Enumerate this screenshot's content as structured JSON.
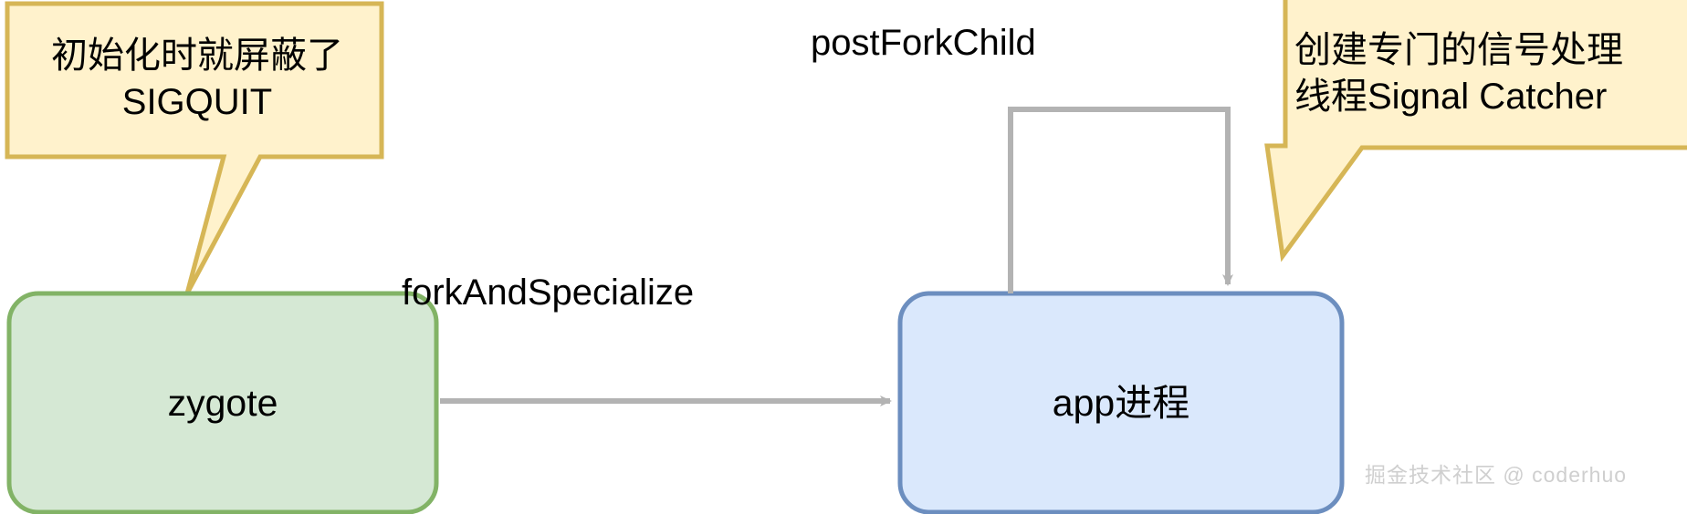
{
  "diagram": {
    "title": "zygote fork to app process signal handling flow",
    "background_color": "#ffffff",
    "nodes": [
      {
        "id": "zygote",
        "label": "zygote",
        "shape": "rounded-rectangle",
        "fill": "#d5e8d4",
        "stroke": "#82b366"
      },
      {
        "id": "app-process",
        "label": "app进程",
        "shape": "rounded-rectangle",
        "fill": "#dae8fc",
        "stroke": "#6c8ebf"
      }
    ],
    "callouts": [
      {
        "id": "callout-left",
        "text": "初始化时就屏蔽了\nSIGQUIT",
        "fill": "#fff2cc",
        "stroke": "#d6b656",
        "points_to": "zygote"
      },
      {
        "id": "callout-right",
        "text": "创建专门的信号处理\n线程Signal Catcher",
        "fill": "#fff2cc",
        "stroke": "#d6b656",
        "points_to": "app-process"
      }
    ],
    "edges": [
      {
        "id": "edge-fork",
        "label": "forkAndSpecialize",
        "from": "zygote",
        "to": "app-process",
        "stroke": "#b3b3b3",
        "style": "straight-arrow"
      },
      {
        "id": "edge-postfork",
        "label": "postForkChild",
        "from": "app-process",
        "to": "app-process",
        "stroke": "#b3b3b3",
        "style": "self-loop-arrow"
      }
    ],
    "watermark": "掘金技术社区 @ coderhuo",
    "watermark_color": "#cfcfcf"
  }
}
